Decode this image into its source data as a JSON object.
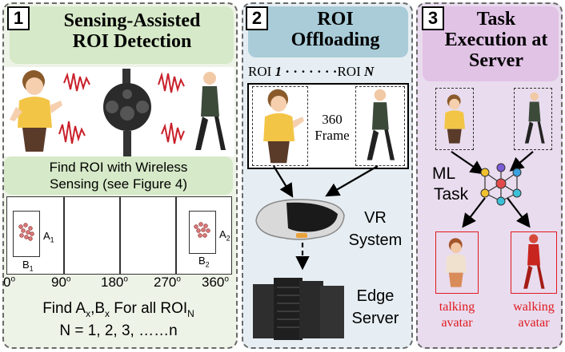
{
  "panel1": {
    "number": "1",
    "title_line1": "Sensing-Assisted",
    "title_line2": "ROI Detection",
    "find_roi_line1": "Find ROI with Wireless",
    "find_roi_line2": "Sensing (see Figure 4)",
    "label_a1": "A",
    "label_a1_sub": "1",
    "label_b1": "B",
    "label_b1_sub": "1",
    "label_a2": "A",
    "label_a2_sub": "2",
    "label_b2": "B",
    "label_b2_sub": "2",
    "angle_0": "0",
    "angle_90": "90",
    "angle_180": "180",
    "angle_270": "270",
    "angle_360": "360",
    "degree_mark": "o",
    "find_text": "Find A",
    "find_sub_x1": "x",
    "find_comma_b": ",B",
    "find_sub_x2": "x",
    "find_for_all": " For all ROI",
    "find_sub_n": "N",
    "n_range": "N = 1, 2, 3, ……n"
  },
  "panel2": {
    "number": "2",
    "title_line1": "ROI",
    "title_line2": "Offloading",
    "roi_first": "ROI ",
    "roi_first_num": "1",
    "roi_dots": " · · · · · · ·",
    "roi_last": "ROI ",
    "roi_last_num": "N",
    "frame_line1": "360",
    "frame_line2": "Frame",
    "vr_line1": "VR",
    "vr_line2": "System",
    "edge_line1": "Edge",
    "edge_line2": "Server"
  },
  "panel3": {
    "number": "3",
    "title_line1": "Task",
    "title_line2": "Execution at",
    "title_line3": "Server",
    "ml_line1": "ML",
    "ml_line2": "Task",
    "avatar1_line1": "talking",
    "avatar1_line2": "avatar",
    "avatar2_line1": "walking",
    "avatar2_line2": "avatar"
  },
  "colors": {
    "panel1_bg": "#eef3e8",
    "panel2_bg": "#e6eef3",
    "panel3_bg": "#e9dcee",
    "title1_bg": "#d6e9c8",
    "title2_bg": "#a9ccd8",
    "title3_bg": "#e1c3e6",
    "signal": "#c9202a",
    "avatar_label": "#e0191e"
  },
  "icons": [
    "woman-talking-icon",
    "man-walking-icon",
    "camera-360-icon",
    "wireless-signal-icon",
    "vr-headset-icon",
    "server-rack-icon",
    "neural-network-icon"
  ]
}
